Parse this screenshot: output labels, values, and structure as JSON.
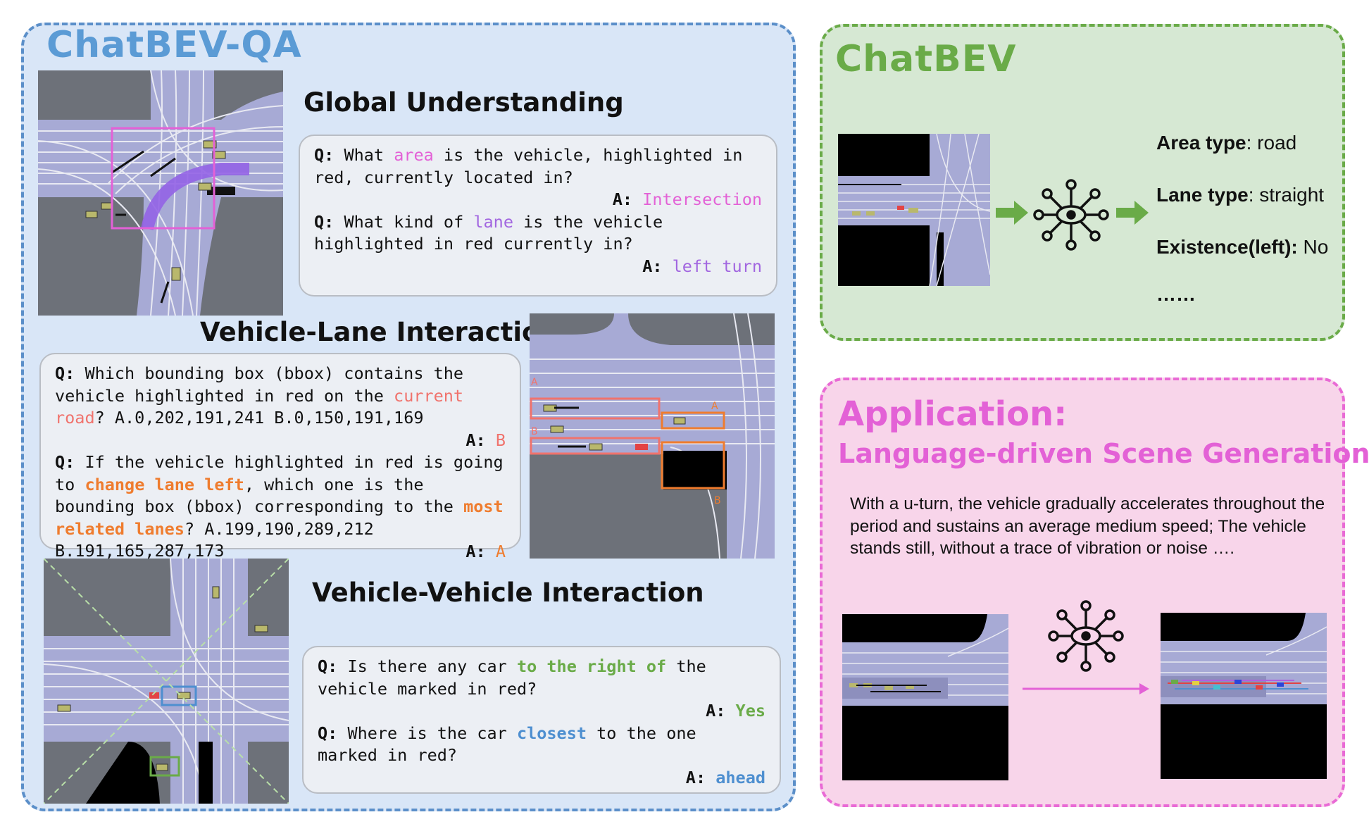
{
  "qa": {
    "title": "ChatBEV-QA",
    "global": {
      "heading": "Global Understanding",
      "q1": {
        "label": "Q:",
        "pre": " What ",
        "hl": "area",
        "post": " is the vehicle, highlighted in red, currently located in?",
        "a_label": "A:",
        "answer": "Intersection"
      },
      "q2": {
        "label": "Q:",
        "pre": " What kind of ",
        "hl": "lane",
        "post": " is the vehicle highlighted in red currently in?",
        "a_label": "A:",
        "answer": "left turn"
      }
    },
    "lane": {
      "heading": "Vehicle-Lane Interaction",
      "q1": {
        "label": "Q:",
        "pre": " Which bounding box (bbox) contains the vehicle highlighted in red on the ",
        "hl": "current road",
        "post": "? A.0,202,191,241 B.0,150,191,169",
        "a_label": "A:",
        "answer": "B"
      },
      "q2": {
        "label": "Q:",
        "pre": " If the vehicle highlighted in red is going to ",
        "hl": "change lane left",
        "mid": ", which one is the bounding box (bbox) corresponding to the ",
        "hl2": "most related lanes",
        "post": "? A.199,190,289,212 B.191,165,287,173",
        "a_label": "A:",
        "answer": "A"
      },
      "box_labels": [
        "A",
        "B",
        "A",
        "B"
      ]
    },
    "vehicle": {
      "heading": "Vehicle-Vehicle Interaction",
      "q1": {
        "label": "Q:",
        "pre": " Is there any car ",
        "hl": "to the right of",
        "post": " the vehicle marked in red?",
        "a_label": "A:",
        "answer": "Yes"
      },
      "q2": {
        "label": "Q:",
        "pre": " Where is the car ",
        "hl": "closest",
        "post": " to the one marked in red?",
        "a_label": "A:",
        "answer": "ahead"
      }
    }
  },
  "chatbev": {
    "title": "ChatBEV",
    "model_icon": "neural-eye-icon",
    "attributes": [
      {
        "key": "Area type",
        "value": ": road"
      },
      {
        "key": "Lane type",
        "value": ": straight"
      },
      {
        "key": "Existence(left):",
        "value": " No"
      }
    ],
    "ellipsis": "……"
  },
  "application": {
    "title1": "Application:",
    "title2": "Language-driven Scene Generation",
    "prompt": "With a u-turn, the vehicle gradually accelerates throughout the period and sustains an average medium speed; The vehicle stands still, without a trace of vibration or noise ….",
    "model_icon": "neural-eye-icon"
  },
  "colors": {
    "pink": "#e361d6",
    "purple": "#a266e0",
    "salmon": "#f0736d",
    "orange": "#ef7c2e",
    "green": "#6aab48",
    "blue": "#4e8fd0",
    "qa_title": "#5b9bd5"
  }
}
